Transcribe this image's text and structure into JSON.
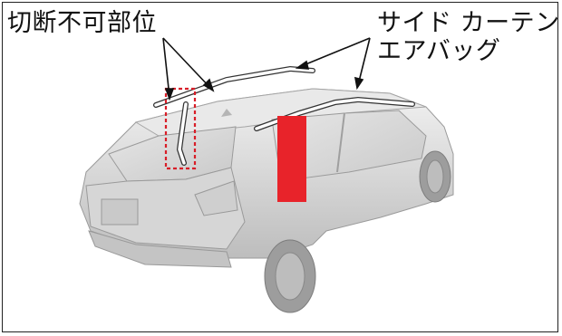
{
  "labels": {
    "cut_prohibited": "切断不可部位",
    "side_curtain_line1": "サイド カーテン",
    "side_curtain_line2": "エアバッグ"
  },
  "colors": {
    "highlight_red": "#e8232a",
    "callout_line": "#111111",
    "dashed_box": "#d81e28",
    "car_body": "#dcdcdc"
  }
}
